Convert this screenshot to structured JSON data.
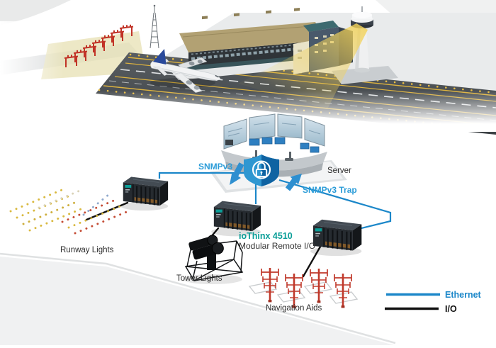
{
  "diagram": {
    "type": "network-architecture",
    "labels": {
      "server": "Server",
      "snmpv3": "SNMPv3",
      "snmpv3_trap": "SNMPv3 Trap",
      "device_name": "ioThinx 4510",
      "device_desc": "Modular Remote I/O",
      "runway_lights": "Runway Lights",
      "tower_lights": "Tower Lights",
      "navigation_aids": "Navigation Aids"
    },
    "legend": {
      "items": [
        {
          "label": "Ethernet",
          "color": "#1b87c9"
        },
        {
          "label": "I/O",
          "color": "#111111"
        }
      ]
    },
    "flows": [
      {
        "label": "SNMPv3",
        "direction": "server-to-devices"
      },
      {
        "label": "SNMPv3 Trap",
        "direction": "devices-to-server"
      }
    ],
    "connections": [
      {
        "from": "iothinx-device-1",
        "to": "server",
        "type": "Ethernet"
      },
      {
        "from": "iothinx-device-2",
        "to": "server",
        "type": "Ethernet"
      },
      {
        "from": "iothinx-device-3",
        "to": "server",
        "type": "Ethernet"
      },
      {
        "from": "iothinx-device-1",
        "to": "runway-lights",
        "type": "I/O"
      },
      {
        "from": "iothinx-device-2",
        "to": "tower-lights",
        "type": "I/O"
      },
      {
        "from": "iothinx-device-3",
        "to": "navigation-aids",
        "type": "I/O"
      }
    ],
    "colors": {
      "ethernet_blue": "#1b87c9",
      "protocol_text_blue": "#2b9cd8",
      "device_teal": "#0a9e98",
      "io_black": "#111111",
      "shield_light": "#2f97d1",
      "shield_dark": "#0f63a2",
      "nav_aid_red": "#c0392b",
      "beam_yellow": "#f5d75a",
      "label_dark": "#2a2a2a"
    }
  }
}
